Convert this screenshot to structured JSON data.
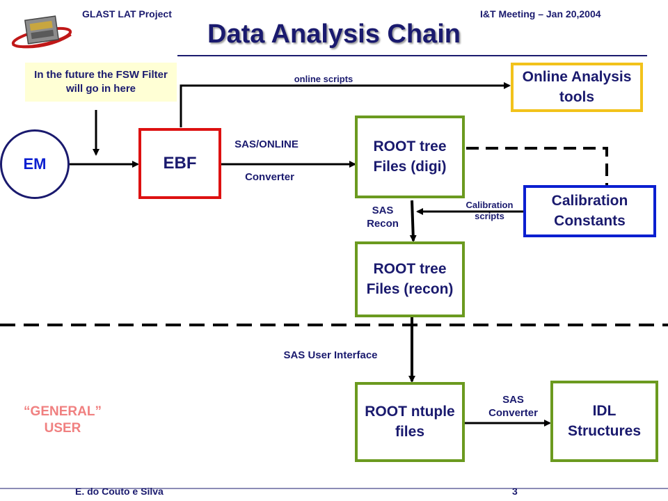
{
  "header": {
    "left": "GLAST LAT Project",
    "right": "I&T Meeting –  Jan 20,2004",
    "title": "Data Analysis Chain"
  },
  "footer": {
    "author": "E. do Couto e Silva",
    "page": "3"
  },
  "boxes": {
    "fsw_note": "In the future the FSW Filter will go in here",
    "em": "EM",
    "ebf": "EBF",
    "online_tools": "Online Analysis tools",
    "root_digi": "ROOT tree Files (digi)",
    "calibration": "Calibration Constants",
    "root_recon": "ROOT tree Files (recon)",
    "root_ntuple": "ROOT ntuple files",
    "idl": "IDL Structures"
  },
  "labels": {
    "online_scripts": "online scripts",
    "sas_online": "SAS/ONLINE",
    "converter": "Converter",
    "sas_recon": "SAS Recon",
    "calibration_scripts": "Calibration scripts",
    "sas_user_interface": "SAS User Interface",
    "sas_converter": "SAS Converter",
    "general_user": "“GENERAL” USER"
  },
  "colors": {
    "navy": "#1a1a6e",
    "red": "#dd1111",
    "green": "#6b9a1f",
    "yellow": "#f2c21b",
    "blue": "#0b1fd0",
    "cream": "#ffffd5",
    "salmon": "#f08080"
  }
}
